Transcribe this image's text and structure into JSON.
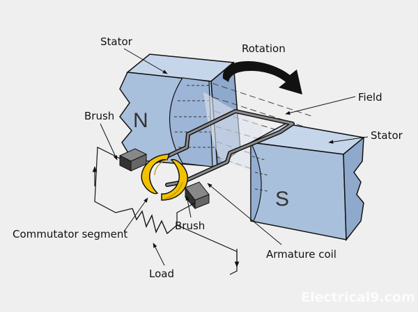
{
  "labels": {
    "stator_left": "Stator",
    "rotation": "Rotation",
    "field": "Field",
    "stator_right": "Stator",
    "brush_top": "Brush",
    "commutator": "Commutator segment",
    "brush_bottom": "Brush",
    "armature": "Armature coil",
    "load": "Load"
  },
  "poles": {
    "north": "N",
    "south": "S"
  },
  "watermark": "Electrical9.com",
  "colors": {
    "background": "#efefef",
    "stator_face": "#a9c0dc",
    "stator_top": "#c6d6ea",
    "stator_side": "#8fa9cc",
    "commutator": "#f2c200",
    "brush": "#555555",
    "outline": "#111111"
  }
}
